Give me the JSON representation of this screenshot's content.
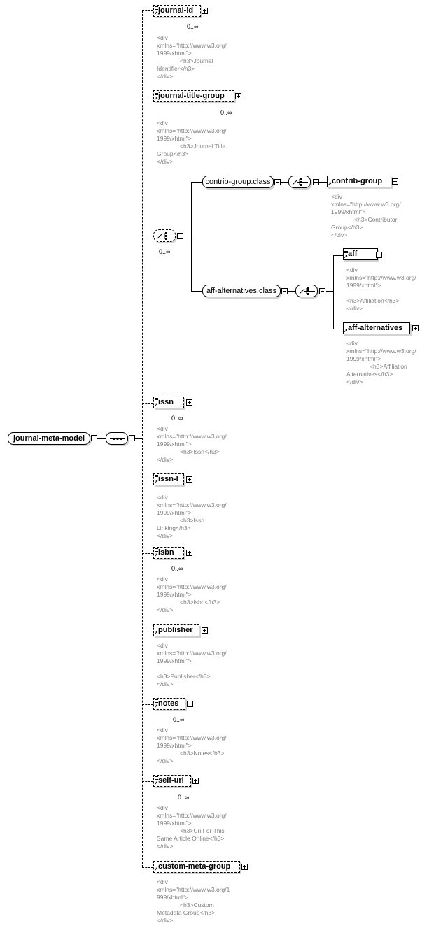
{
  "root": {
    "label": "journal-meta-model"
  },
  "elements": [
    {
      "id": "journal-id",
      "label": "journal-id",
      "card": "0..∞",
      "doc": "<div\nxmlns=\"http://www.w3.org/\n1999/xhtml\">\n              <h3>Journal\nIdentifier</h3>\n</div>"
    },
    {
      "id": "journal-title-group",
      "label": "journal-title-group",
      "card": "0..∞",
      "doc": "<div\nxmlns=\"http://www.w3.org/\n1999/xhtml\">\n              <h3>Journal Title\nGroup</h3>\n</div>"
    },
    {
      "id": "issn",
      "label": "issn",
      "card": "0..∞",
      "doc": "<div\nxmlns=\"http://www.w3.org/\n1999/xhtml\">\n              <h3>Issn</h3>\n</div>"
    },
    {
      "id": "issn-l",
      "label": "issn-l",
      "card": "",
      "doc": "<div\nxmlns=\"http://www.w3.org/\n1999/xhtml\">\n              <h3>Issn\nLinking</h3>\n</div>"
    },
    {
      "id": "isbn",
      "label": "isbn",
      "card": "0..∞",
      "doc": "<div\nxmlns=\"http://www.w3.org/\n1999/xhtml\">\n              <h3>Isbn</h3>\n</div>"
    },
    {
      "id": "publisher",
      "label": "publisher",
      "card": "",
      "doc": "<div\nxmlns=\"http://www.w3.org/\n1999/xhtml\">\n\n<h3>Publisher</h3>\n</div>"
    },
    {
      "id": "notes",
      "label": "notes",
      "card": "0..∞",
      "doc": "<div\nxmlns=\"http://www.w3.org/\n1999/xhtml\">\n              <h3>Notes</h3>\n</div>"
    },
    {
      "id": "self-uri",
      "label": "self-uri",
      "card": "0..∞",
      "doc": "<div\nxmlns=\"http://www.w3.org/\n1999/xhtml\">\n              <h3>Uri For This\nSame Article Online</h3>\n</div>"
    },
    {
      "id": "custom-meta-group",
      "label": "custom-meta-group",
      "card": "",
      "doc": "<div\nxmlns=\"http://www.w3.org/1\n999/xhtml\">\n              <h3>Custom\nMetadata Group</h3>\n</div>"
    }
  ],
  "choice": {
    "card": "0..∞"
  },
  "groups": {
    "contrib_group_class": {
      "label": "contrib-group.class"
    },
    "aff_alternatives_class": {
      "label": "aff-alternatives.class"
    }
  },
  "inner": {
    "contrib-group": {
      "label": "contrib-group",
      "doc": "<div\nxmlns=\"http://www.w3.org/\n1999/xhtml\">\n              <h3>Contributor\nGroup</h3>\n</div>"
    },
    "aff": {
      "label": "aff",
      "doc": "<div\nxmlns=\"http://www.w3.org/\n1999/xhtml\">\n\n<h3>Affiliation</h3>\n</div>"
    },
    "aff-alternatives": {
      "label": "aff-alternatives",
      "doc": "<div\nxmlns=\"http://www.w3.org/\n1999/xhtml\">\n              <h3>Affiliation\nAlternatives</h3>\n</div>"
    }
  },
  "icons": [
    "plus-icon",
    "minus-icon",
    "sequence-icon",
    "choice-icon",
    "reference-arrow-icon"
  ],
  "colors": {
    "line": "#000000",
    "doc_text": "#808080",
    "shadow": "#d2d2d2"
  }
}
